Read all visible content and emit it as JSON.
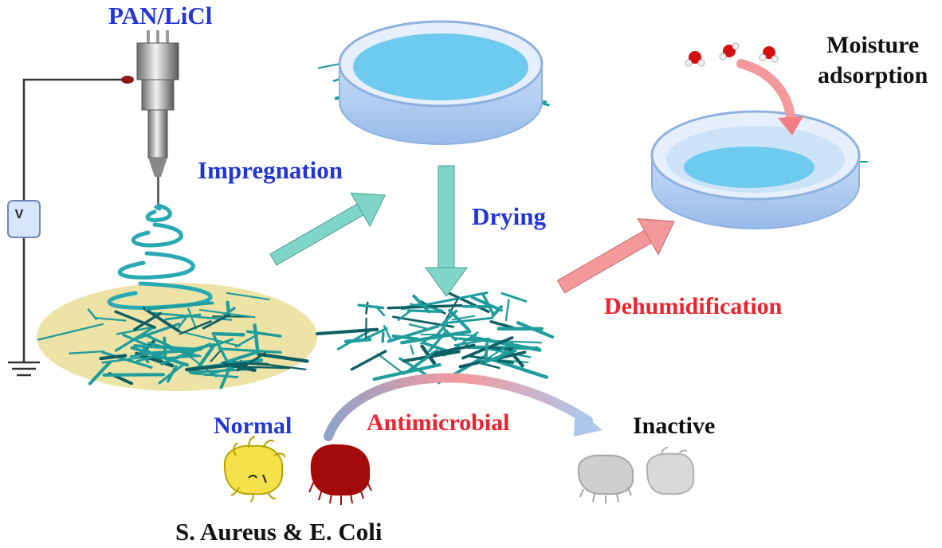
{
  "labels": {
    "top_material": "PAN/LiCl",
    "step_impregnation": "Impregnation",
    "step_drying": "Drying",
    "moisture_line1": "Moisture",
    "moisture_line2": "adsorption",
    "step_dehumidification": "Dehumidification",
    "normal": "Normal",
    "antimicrobial": "Antimicrobial",
    "inactive": "Inactive",
    "bacteria": "S. Aureus & E. Coli",
    "voltage": "V"
  },
  "colors": {
    "label_blue": "#2236d8",
    "label_red": "#f0222e",
    "fiber": "#1f9c9c",
    "arrow_teal": "#7fd6c6",
    "arrow_pink": "#f4999b",
    "dish_blue": "#b7d3f6",
    "collector": "#ede3a6",
    "s_aureus": "#f5e24a",
    "e_coli": "#a30b0b",
    "inactive_cell": "#cfcfcf"
  },
  "icons": [
    "electrospinning-needle-icon",
    "voltage-source-icon",
    "ground-icon",
    "petri-dish-icon",
    "water-molecule-icon",
    "bacteria-icon"
  ]
}
